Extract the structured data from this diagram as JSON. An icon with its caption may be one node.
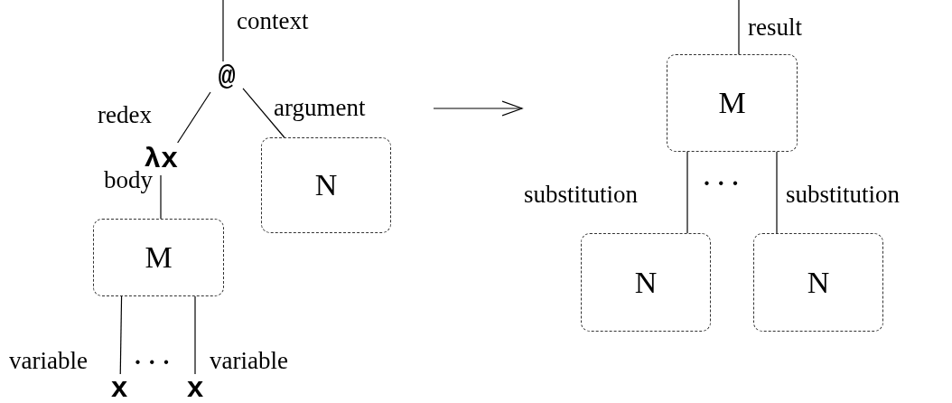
{
  "diagram": {
    "nodes": [
      {
        "text": [
          "@"
        ]
      },
      {
        "text": [
          "λx"
        ]
      },
      {
        "text": [
          "M"
        ]
      },
      {
        "text": [
          "N"
        ]
      },
      {
        "text": [
          "x"
        ]
      },
      {
        "text": [
          "x"
        ]
      },
      {
        "text": [
          "M"
        ]
      },
      {
        "text": [
          "N"
        ]
      },
      {
        "text": [
          "N"
        ]
      }
    ],
    "edges": [
      {
        "from": null,
        "to": 0,
        "arrow": "none",
        "label": "context"
      },
      {
        "from": 0,
        "to": 1,
        "arrow": "none",
        "label": "redex"
      },
      {
        "from": 0,
        "to": 3,
        "arrow": "none",
        "label": "argument"
      },
      {
        "from": 1,
        "to": 2,
        "arrow": "none",
        "label": "body"
      },
      {
        "from": 2,
        "to": 4,
        "arrow": "none",
        "label": "variable"
      },
      {
        "from": 2,
        "to": 5,
        "arrow": "none",
        "label": "variable"
      },
      {
        "from": null,
        "to": 6,
        "arrow": "none",
        "label": "result"
      },
      {
        "from": 6,
        "to": 7,
        "arrow": "none",
        "label": "substitution"
      },
      {
        "from": 6,
        "to": 8,
        "arrow": "none",
        "label": "substitution"
      }
    ],
    "labels": [
      "· · ·",
      "· · ·"
    ]
  }
}
